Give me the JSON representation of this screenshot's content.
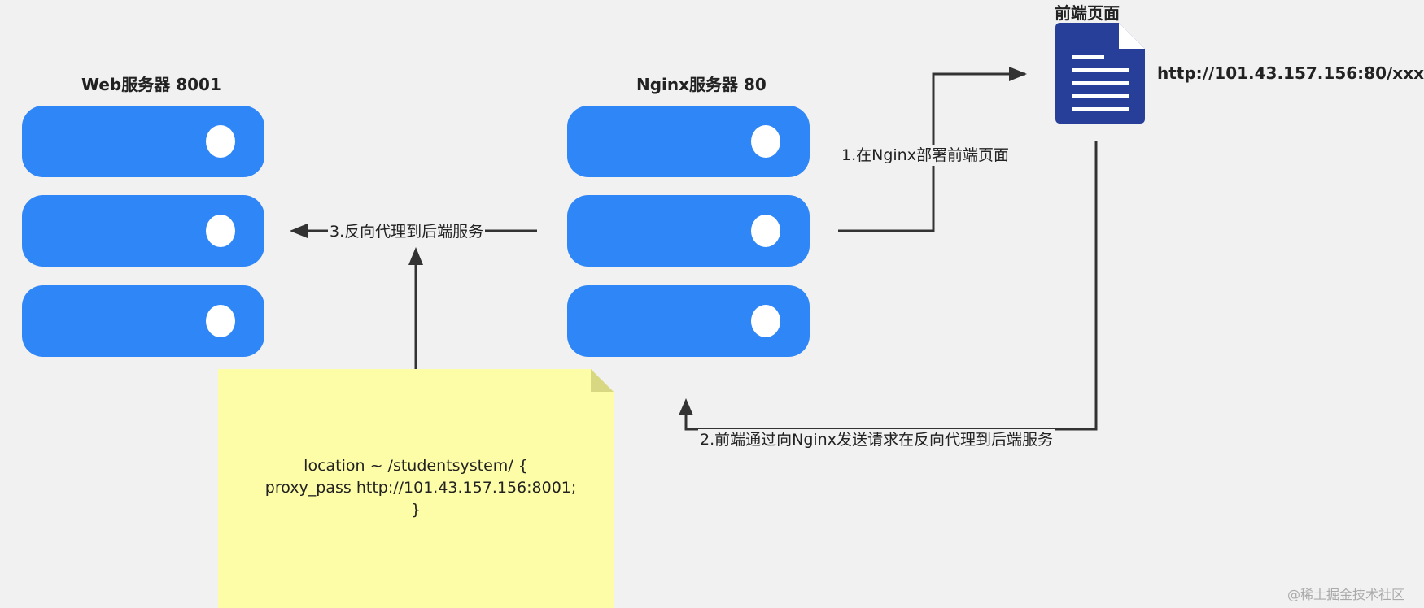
{
  "web_server": {
    "title": "Web服务器 8001"
  },
  "nginx_server": {
    "title": "Nginx服务器 80"
  },
  "frontend": {
    "title": "前端页面",
    "url": "http://101.43.157.156:80/xxx"
  },
  "edges": {
    "deploy": "1.在Nginx部署前端页面",
    "request": "2.前端通过向Nginx发送请求在反向代理到后端服务",
    "proxy": "3.反向代理到后端服务"
  },
  "note": {
    "lines": [
      "location ~ /studentsystem/ {",
      "  proxy_pass http://101.43.157.156:8001;",
      "}"
    ]
  },
  "colors": {
    "server": "#2f86f7",
    "document": "#283f9a",
    "note": "#fdfda8",
    "arrow": "#333333"
  },
  "watermark": "@稀土掘金技术社区"
}
